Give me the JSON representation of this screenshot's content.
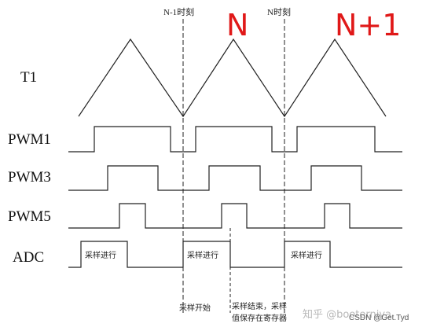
{
  "markers": {
    "n_minus_1": "N-1时刻",
    "n": "N时刻",
    "hand_n": "N",
    "hand_n_plus_1": "N+1"
  },
  "signals": {
    "t1": "T1",
    "pwm1": "PWM1",
    "pwm3": "PWM3",
    "pwm5": "PWM5",
    "adc": "ADC"
  },
  "adc_boxes": [
    "采样进行",
    "采样进行",
    "采样进行"
  ],
  "annotations": {
    "start": "采样开始",
    "end_line1": "采样结束，采样",
    "end_line2": "值保存在寄存器"
  },
  "watermark": {
    "text": "知乎 @booterniya",
    "source": "CSDN @Get.Tyd"
  }
}
